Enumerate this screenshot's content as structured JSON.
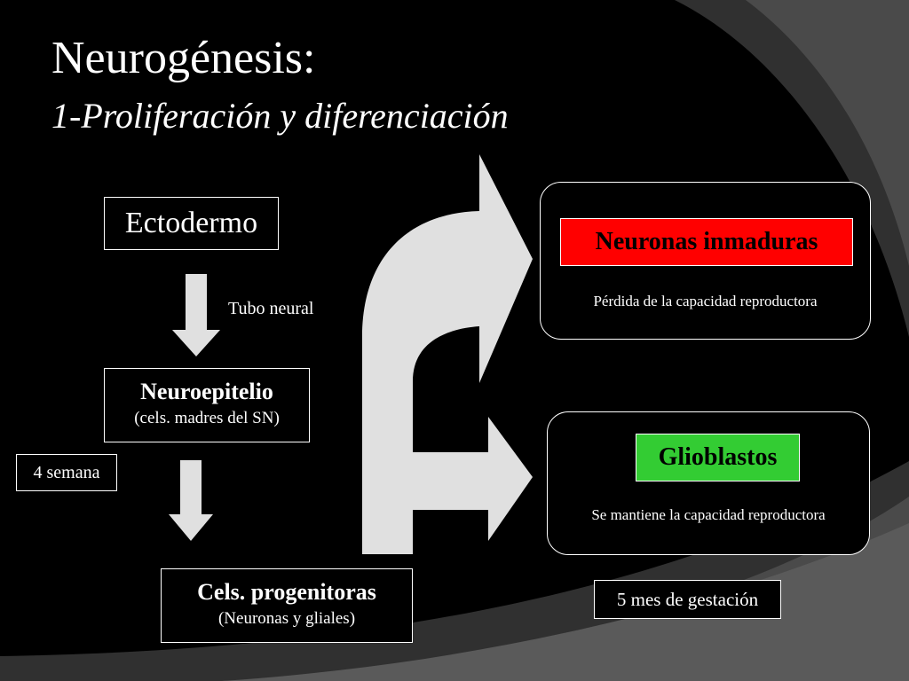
{
  "slide": {
    "title": "Neurogénesis:",
    "subtitle": "1-Proliferación y diferenciación"
  },
  "flow": {
    "ectodermo": "Ectodermo",
    "tubo_neural": "Tubo neural",
    "neuroepitelio": "Neuroepitelio",
    "neuroepitelio_sub": "(cels. madres del SN)",
    "semana": "4 semana",
    "progenitoras": "Cels. progenitoras",
    "progenitoras_sub": "(Neuronas y gliales)"
  },
  "outcomes": {
    "neuronas": {
      "label": "Neuronas inmaduras",
      "note": "Pérdida de la capacidad reproductora",
      "color": "#ff0000"
    },
    "glioblastos": {
      "label": "Glioblastos",
      "note": "Se mantiene la capacidad reproductora",
      "color": "#33cc33"
    },
    "gestacion": "5 mes de gestación"
  }
}
